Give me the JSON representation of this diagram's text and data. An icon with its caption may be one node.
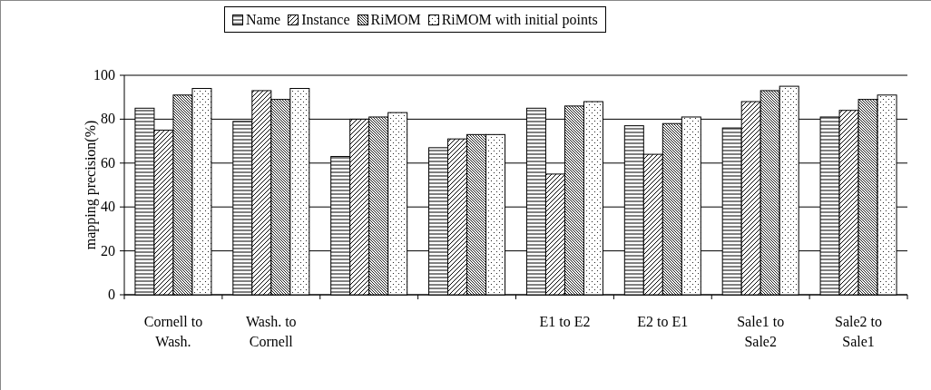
{
  "diagram": {
    "chart_data": {
      "type": "bar",
      "ylabel": "mapping precision(%)",
      "categories": [
        "Cornell to Wash.",
        "Wash. to Cornell",
        null,
        null,
        "E1 to E2",
        "E2 to E1",
        "Sale1 to Sale2",
        "Sale2 to Sale1"
      ],
      "series": [
        {
          "name": "Name",
          "values": [
            85,
            79,
            63,
            67,
            85,
            77,
            76,
            81
          ]
        },
        {
          "name": "Instance",
          "values": [
            75,
            93,
            80,
            71,
            55,
            64,
            88,
            84
          ]
        },
        {
          "name": "RiMOM",
          "values": [
            91,
            89,
            81,
            73,
            86,
            78,
            93,
            89
          ]
        },
        {
          "name": "RiMOM with initial points",
          "values": [
            94,
            94,
            83,
            73,
            88,
            81,
            95,
            91
          ]
        }
      ],
      "ylim": [
        0,
        100
      ],
      "yticks": [
        0,
        20,
        40,
        60,
        80,
        100
      ],
      "grid": true,
      "legend": "top"
    }
  }
}
